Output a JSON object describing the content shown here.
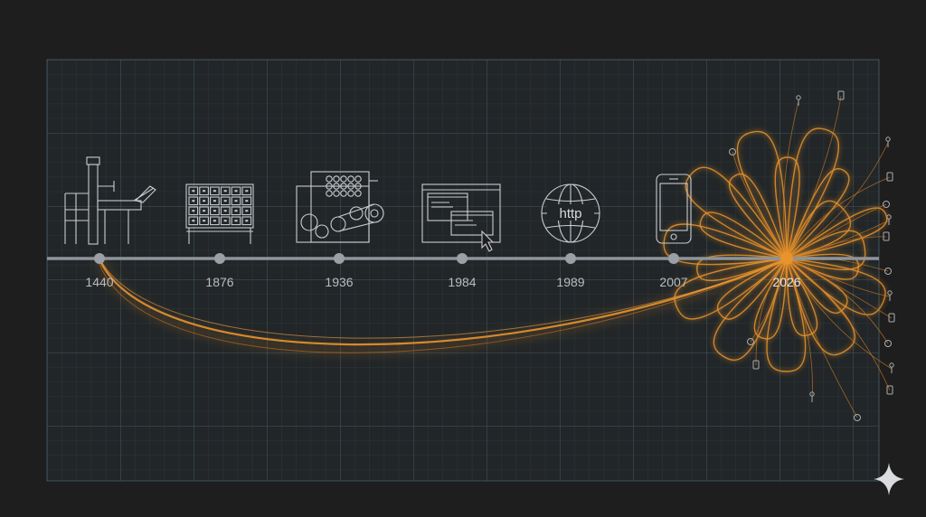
{
  "timeline": {
    "milestones": [
      {
        "year": "1440",
        "icon": "printing-press-icon"
      },
      {
        "year": "1876",
        "icon": "card-catalog-icon"
      },
      {
        "year": "1936",
        "icon": "computing-machine-icon"
      },
      {
        "year": "1984",
        "icon": "desktop-window-icon"
      },
      {
        "year": "1989",
        "icon": "http-globe-icon"
      },
      {
        "year": "2007",
        "icon": "smartphone-icon"
      },
      {
        "year": "2026",
        "icon": "radiating-network-icon"
      }
    ],
    "globe_label": "http"
  },
  "colors": {
    "background": "#1e1e1e",
    "grid_panel": "#222628",
    "grid_line": "#3d5258",
    "axis": "#8e949a",
    "node": "#9aa0a6",
    "accent": "#e8932b",
    "icon": "#c9ccd0"
  }
}
